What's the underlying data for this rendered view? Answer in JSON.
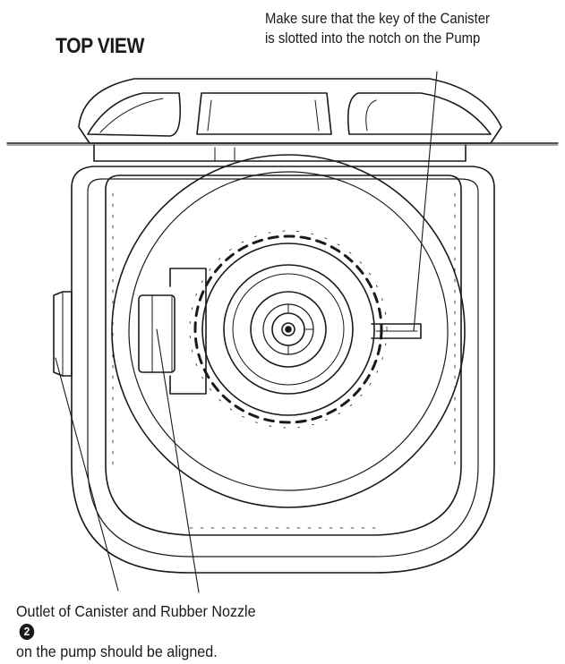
{
  "title": "TOP VIEW",
  "callouts": {
    "key_line1": "Make sure that the key of the Canister",
    "key_line2": "is slotted into the notch on the Pump",
    "outlet_line1": "Outlet of Canister and Rubber Nozzle",
    "outlet_badge": "2",
    "outlet_line2": "on the pump should be aligned."
  }
}
